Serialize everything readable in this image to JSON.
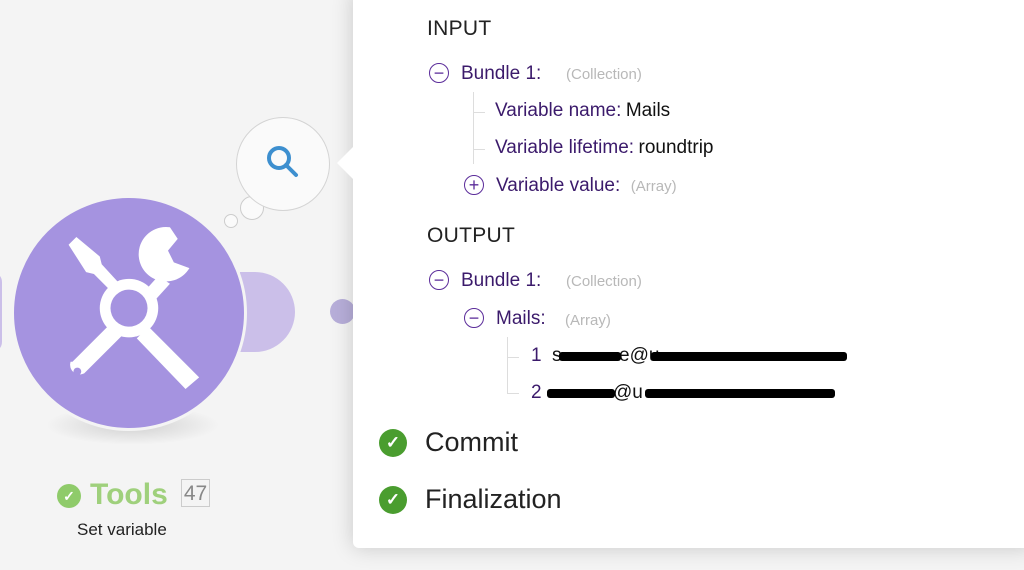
{
  "module": {
    "name": "Tools",
    "count": "47",
    "subtitle": "Set variable",
    "color": "#a593e0",
    "status": "success"
  },
  "input": {
    "title": "INPUT",
    "bundle_label": "Bundle 1:",
    "bundle_type": "(Collection)",
    "fields": [
      {
        "key": "Variable name:",
        "value": "Mails"
      },
      {
        "key": "Variable lifetime:",
        "value": "roundtrip"
      }
    ],
    "value_field": {
      "key": "Variable value:",
      "type": "(Array)"
    }
  },
  "output": {
    "title": "OUTPUT",
    "bundle_label": "Bundle 1:",
    "bundle_type": "(Collection)",
    "array_label": "Mails:",
    "array_type": "(Array)",
    "items": [
      {
        "index": "1",
        "visible_a": "s",
        "visible_b": "e@u"
      },
      {
        "index": "2",
        "visible_a": "",
        "visible_b": "@u"
      }
    ]
  },
  "stages": [
    {
      "label": "Commit",
      "status": "success"
    },
    {
      "label": "Finalization",
      "status": "success"
    }
  ]
}
